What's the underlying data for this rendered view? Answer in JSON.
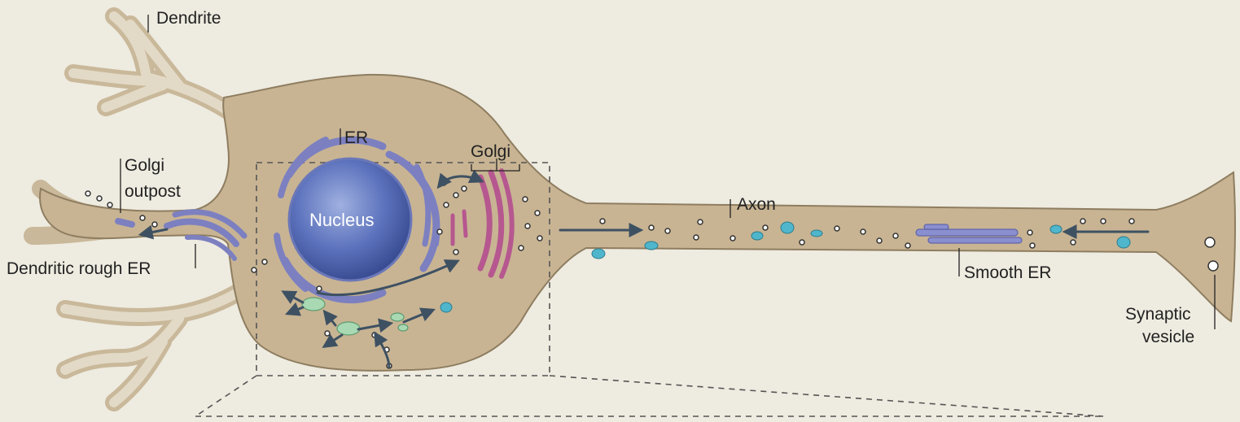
{
  "labels": {
    "dendrite": "Dendrite",
    "er": "ER",
    "golgi": "Golgi",
    "golgi_outpost_line1": "Golgi",
    "golgi_outpost_line2": "outpost",
    "nucleus": "Nucleus",
    "axon": "Axon",
    "dendritic_rough_er": "Dendritic rough ER",
    "smooth_er": "Smooth ER",
    "synaptic_vesicle_line1": "Synaptic",
    "synaptic_vesicle_line2": "vesicle"
  },
  "colors": {
    "background": "#eeebe0",
    "cell_body": "#c8b493",
    "dendrite_fill": "#dcd3bd",
    "nucleus": "#4a61a8",
    "er": "#7c80c0",
    "golgi": "#b6578f",
    "vesicle_teal": "#4fb6cc",
    "vesicle_green": "#a8d9b3",
    "arrow": "#3e5162"
  }
}
